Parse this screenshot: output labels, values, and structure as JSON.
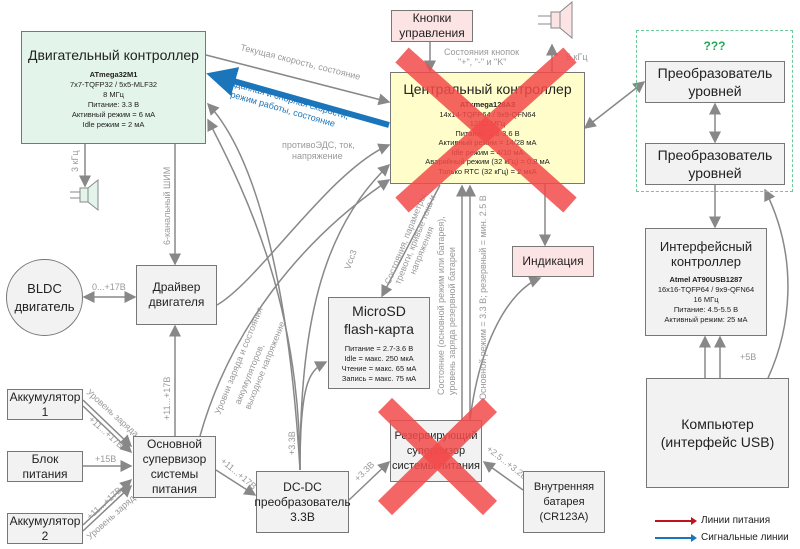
{
  "colors": {
    "motor": "#e3f4ea",
    "central": "#fffecb",
    "pink": "#fde4e4",
    "gray": "#f2f2f2",
    "cross": "#f24a4a",
    "blue": "#1b75bb",
    "power": "#c0141c",
    "green": "#27a85a"
  },
  "motor": {
    "title": "Двигательный контроллер",
    "chip": "ATmega32M1",
    "specs": [
      "7x7-TQFP32 / 5x5-MLF32",
      "8 МГц",
      "Питание: 3.3 В",
      "Активный режим = 6 мА",
      "Idle режим = 2 мА"
    ]
  },
  "buttons": {
    "title": "Кнопки управления"
  },
  "central": {
    "title": "Центральный контроллер",
    "chip": "ATxmega128A3",
    "specs": [
      "14x14-TQFP64 / 9x9-QFN64",
      "12/32 МГц",
      "Питание: 1.6-3.6 В",
      "Активный режим = 14/28 мА",
      "Idle режим = 4/10 мА",
      "Аварийный режим (32 кГц) = 0.8 мА",
      "Только RTC (32 кГц) = 2 мкА"
    ]
  },
  "unknown_group": {
    "label": "???"
  },
  "level1": {
    "title": "Преобразователь уровней"
  },
  "level2": {
    "title": "Преобразователь уровней"
  },
  "iface": {
    "title": "Интерфейсный контроллер",
    "chip": "Atmel AT90USB1287",
    "specs": [
      "16x16-TQFP64 / 9x9-QFN64",
      "16 МГц",
      "Питание: 4.5-5.5 В",
      "Активный режим: 25 мА"
    ]
  },
  "computer": {
    "title": "Компьютер (интерфейс USB)"
  },
  "indication": {
    "title": "Индикация"
  },
  "microsd": {
    "title": "MicroSD flash-карта",
    "specs": [
      "Питание = 2.7-3.6 В",
      "Idle = макс. 250 мкА",
      "Чтение = макс. 65 мА",
      "Запись = макс. 75 мА"
    ]
  },
  "driver": {
    "title": "Драйвер двигателя"
  },
  "bldc": {
    "title": "BLDC двигатель"
  },
  "akk1": {
    "title": "Аккумулятор 1"
  },
  "psu": {
    "title": "Блок питания"
  },
  "akk2": {
    "title": "Аккумулятор 2"
  },
  "mainsup": {
    "title": "Основной супервизор системы питания"
  },
  "dcdc": {
    "title": "DC-DC преобразователь 3.3В"
  },
  "ressup": {
    "title": "Резервирующий супервизор системы питания"
  },
  "battery": {
    "title": "Внутренняя батарея (CR123A)"
  },
  "edges": {
    "speed_state": "Текущая скорость, состояние",
    "setpoint1": "Заданная и опорная скорости,",
    "setpoint2": "режим работы, состояние",
    "emf1": "противоЭДС, ток,",
    "emf2": "напряжение",
    "btn1": "Состояния кнопок",
    "btn2": "\"+\", \"-\" и \"K\"",
    "khz5": "5 кГц",
    "khz3": "3 кГц",
    "pwm": "6-канальный ШИМ",
    "bldc_v": "0...+17В",
    "drv_v": "+11...+17В",
    "vcc3": "Vcc3",
    "sd1": "Состояния, параметры,",
    "sd2": "тревоги, кривые тока и",
    "sd3": "напряжения",
    "charge1": "Уровни заряда и состояния",
    "charge2": "аккумуляторов,",
    "charge3": "выходное напряжение",
    "res1": "Состояние (основной режим или батарея),",
    "res2": "уровень заряда резервной батареи",
    "res3": "Основной режим = 3.3 В; резервный = мин. 2.5 В",
    "v33a": "+3.3В",
    "v33b": "+3.3В",
    "akk1_lvl": "Уровень заряда",
    "akk1_v": "+11...+17В",
    "psu_v": "+15В",
    "akk2_v": "+11...+17В",
    "akk2_lvl": "Уровень заряда",
    "sup_v": "+11...+17В",
    "bat_v": "+2.5...+3.2В",
    "usb5": "+5В"
  },
  "legend": {
    "power": "Линии питания",
    "signal": "Сигнальные линии"
  }
}
